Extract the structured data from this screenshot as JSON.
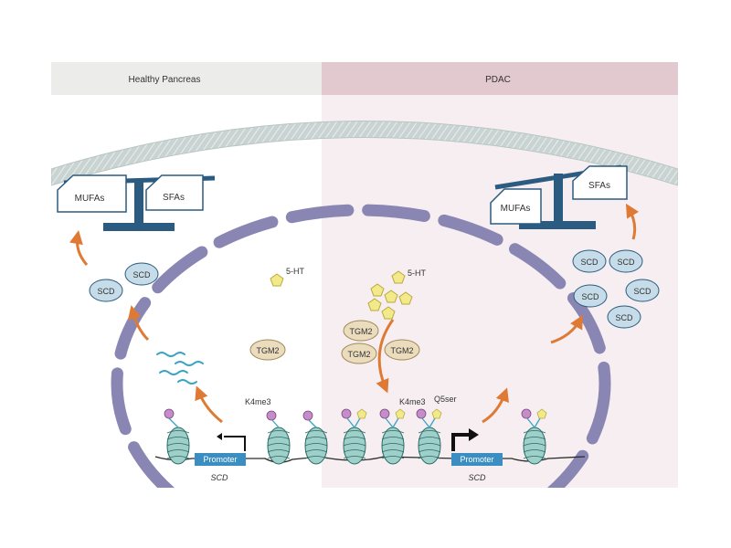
{
  "panels": {
    "left_title": "Healthy Pancreas",
    "right_title": "PDAC"
  },
  "labels": {
    "mufas": "MUFAs",
    "sfas": "SFAs",
    "scd": "SCD",
    "serotonin": "5-HT",
    "tgm2": "TGM2",
    "k4me3": "K4me3",
    "q5ser": "Q5ser",
    "promoter": "Promoter",
    "gene": "SCD"
  },
  "colors": {
    "left_header": "#ececeb",
    "right_header": "#e2c9cf",
    "right_bg": "#f6eef0",
    "membrane": "#c8d3d1",
    "nucleus": "#8a86b3",
    "scd_fill": "#c6dde9",
    "tgm2_fill": "#eadcbd",
    "serotonin": "#f2ea8a",
    "k4me3": "#c48cc8",
    "nucleosome": "#9fcfc9",
    "promoter": "#3b8ec1",
    "arrow": "#de7a34"
  }
}
